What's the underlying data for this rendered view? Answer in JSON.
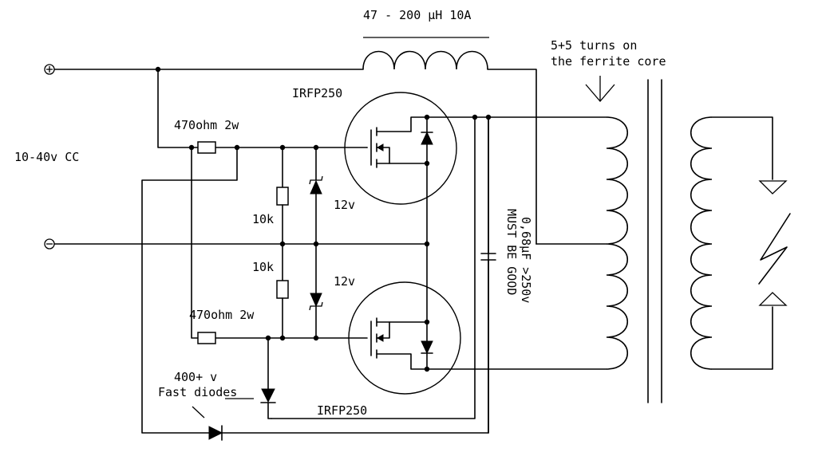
{
  "labels": {
    "inductor": "47 - 200 µH 10A",
    "turns_line1": "5+5 turns on",
    "turns_line2": "the ferrite core",
    "mosfet_top": "IRFP250",
    "mosfet_bottom": "IRFP250",
    "resistor_top": "470ohm 2w",
    "resistor_bottom": "470ohm 2w",
    "supply": "10-40v CC",
    "res_10k_top": "10k",
    "res_10k_bottom": "10k",
    "zener_top": "12v",
    "zener_bottom": "12v",
    "diodes_line1": "400+ v",
    "diodes_line2": "Fast diodes",
    "capacitor_line1": "0,68µF >250v",
    "capacitor_line2": "MUST BE GOOD"
  }
}
